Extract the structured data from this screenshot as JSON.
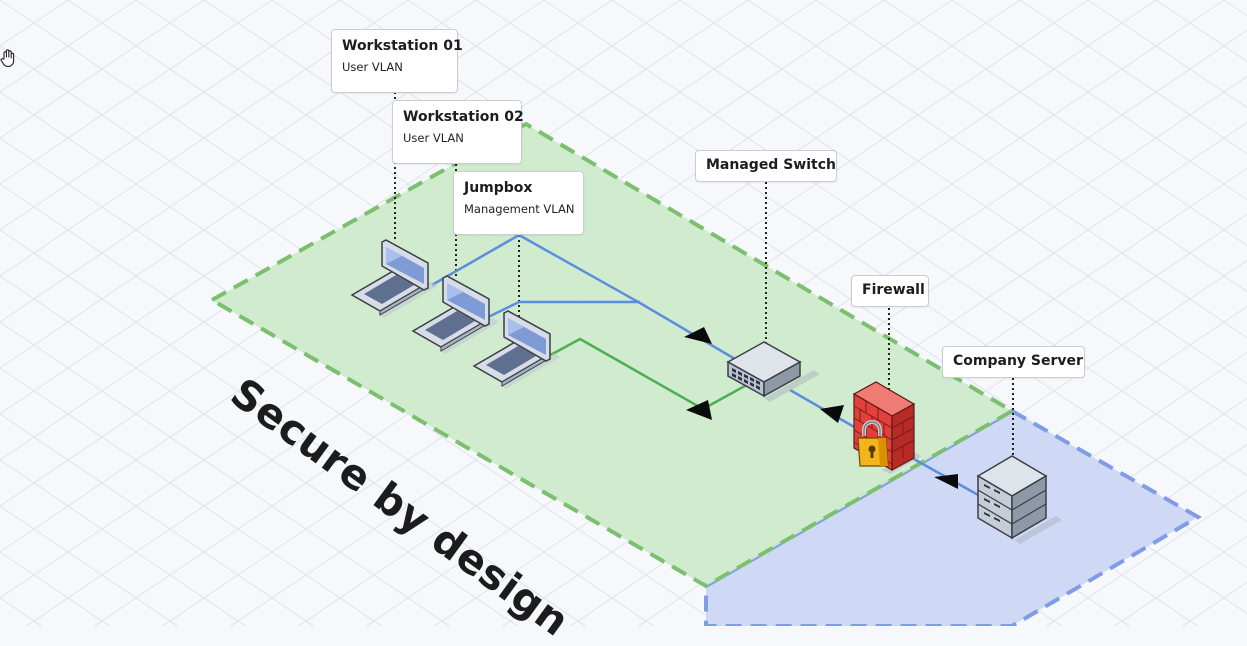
{
  "zone": {
    "title": "Secure by design",
    "fill": "#cdeacb",
    "border": "#7bbf6f"
  },
  "server_zone": {
    "fill": "#cfd8f5",
    "border": "#7f9de6"
  },
  "links": {
    "user_color": "#5b8ee0",
    "mgmt_color": "#4caf50"
  },
  "nodes": {
    "workstation_01": {
      "title": "Workstation 01",
      "subtitle": "User VLAN"
    },
    "workstation_02": {
      "title": "Workstation 02",
      "subtitle": "User VLAN"
    },
    "jumpbox": {
      "title": "Jumpbox",
      "subtitle": "Management VLAN"
    },
    "switch": {
      "title": "Managed Switch"
    },
    "firewall": {
      "title": "Firewall"
    },
    "server": {
      "title": "Company Server"
    }
  },
  "icons": [
    "pan-hand-icon",
    "laptop-icon",
    "switch-icon",
    "firewall-icon",
    "lock-icon",
    "server-icon",
    "arrow-head-icon"
  ]
}
